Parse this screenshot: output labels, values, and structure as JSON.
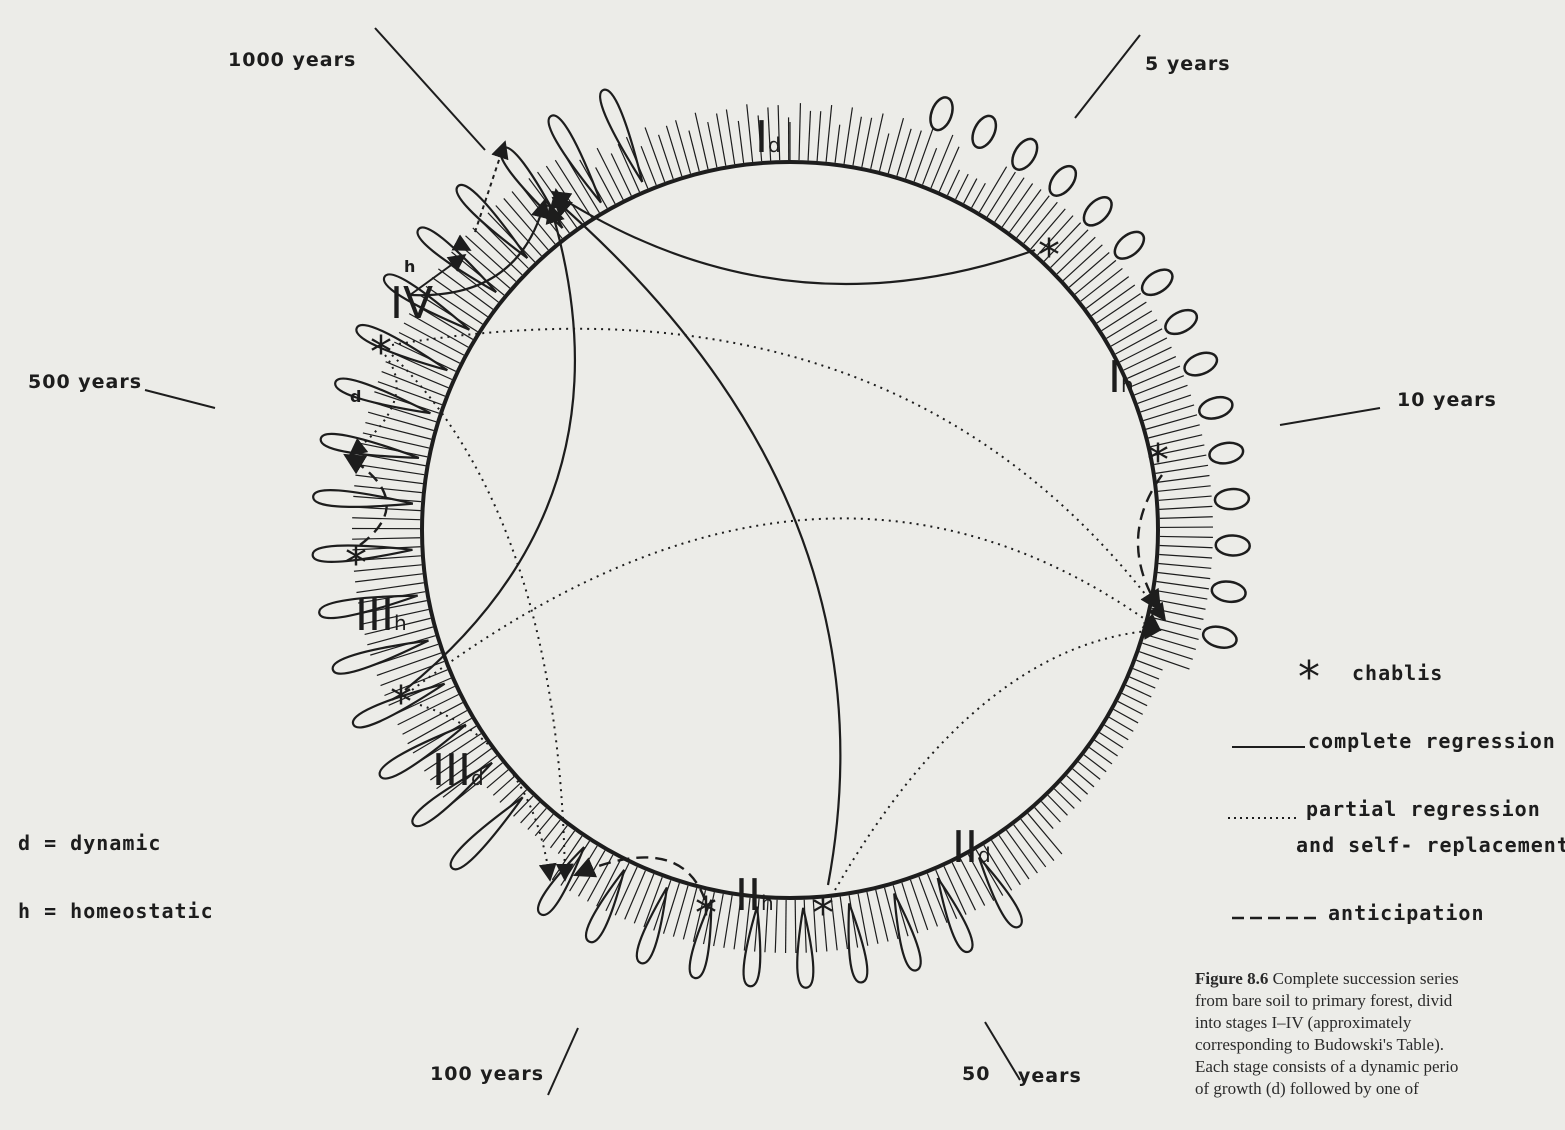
{
  "time_labels": {
    "t1000": "1000 years",
    "t5": "5 years",
    "t500": "500 years",
    "t10": "10 years",
    "t100": "100 years",
    "t50": "50",
    "t50_unit": "years"
  },
  "stages": {
    "id": {
      "main": "I",
      "sub": "d"
    },
    "ih": {
      "main": "I",
      "sub": "h"
    },
    "iid": {
      "main": "II",
      "sub": "d"
    },
    "iih": {
      "main": "II",
      "sub": "h"
    },
    "iiid": {
      "main": "III",
      "sub": "d"
    },
    "iiih": {
      "main": "III",
      "sub": "h"
    },
    "iv": {
      "main": "IV"
    }
  },
  "small_letters": {
    "h": "h",
    "d": "d"
  },
  "chablis_symbol": "*",
  "legend": {
    "chablis": "chablis",
    "complete": "complete  regression",
    "partial1": "partial   regression",
    "partial2": "and  self- replacement",
    "anticipation": "anticipation",
    "d_def": "d =  dynamic",
    "h_def": "h =  homeostatic"
  },
  "caption": {
    "figure": "Figure 8.6",
    "line1": "Complete succession series",
    "line2": "from bare soil to primary forest, divid",
    "line3": "into stages I–IV (approximately",
    "line4": "corresponding to Budowski's Table).",
    "line5": "Each stage consists of a dynamic perio",
    "line6": "of growth (d) followed by one of"
  },
  "colors": {
    "ink": "#1d1d1d",
    "paper": "#ecece8"
  }
}
